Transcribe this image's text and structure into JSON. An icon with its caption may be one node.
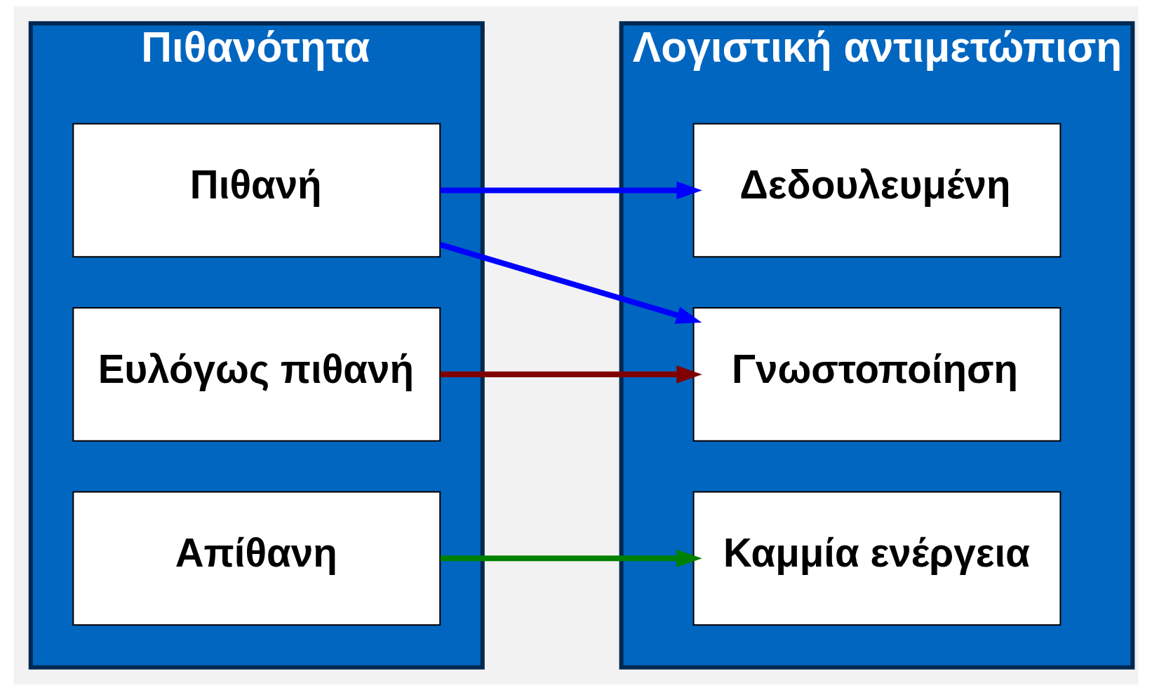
{
  "diagram": {
    "nodes": [
      {
        "text": [
          "Πιθανότητα"
        ]
      },
      {
        "text": [
          "Πιθανή"
        ],
        "in": 0
      },
      {
        "text": [
          "Ευλόγως πιθανή"
        ],
        "in": 0
      },
      {
        "text": [
          "Απίθανη"
        ],
        "in": 0
      },
      {
        "text": [
          "Λογιστική αντιμετώπιση"
        ]
      },
      {
        "text": [
          "Δεδουλευμένη"
        ],
        "in": 4
      },
      {
        "text": [
          "Γνωστοποίηση"
        ],
        "in": 4
      },
      {
        "text": [
          "Καμμία ενέργεια"
        ],
        "in": 4
      }
    ],
    "edges": [
      {
        "from": 1,
        "to": 5,
        "arrow": "to"
      },
      {
        "from": 1,
        "to": 6,
        "arrow": "to"
      },
      {
        "from": 2,
        "to": 6,
        "arrow": "to",
        "color": "#800000"
      },
      {
        "from": 3,
        "to": 7,
        "arrow": "to",
        "color": "#008000"
      }
    ]
  }
}
